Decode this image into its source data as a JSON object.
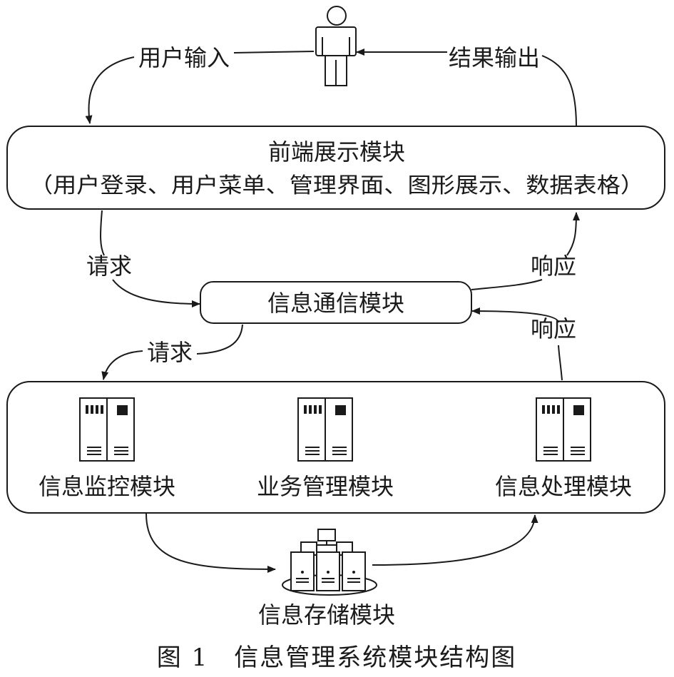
{
  "caption": "图 1　信息管理系统模块结构图",
  "user": {
    "input_label": "用户输入",
    "output_label": "结果输出"
  },
  "frontend": {
    "title": "前端展示模块",
    "subtitle": "（用户登录、用户菜单、管理界面、图形展示、数据表格）"
  },
  "comm": {
    "title": "信息通信模块",
    "request_from_frontend": "请求",
    "response_to_frontend": "响应",
    "request_to_backend": "请求",
    "response_from_backend": "响应"
  },
  "backend": {
    "modules": [
      "信息监控模块",
      "业务管理模块",
      "信息处理模块"
    ]
  },
  "storage": {
    "title": "信息存储模块"
  },
  "icons": [
    "person-icon",
    "server-cabinet-icon",
    "storage-cluster-icon"
  ]
}
